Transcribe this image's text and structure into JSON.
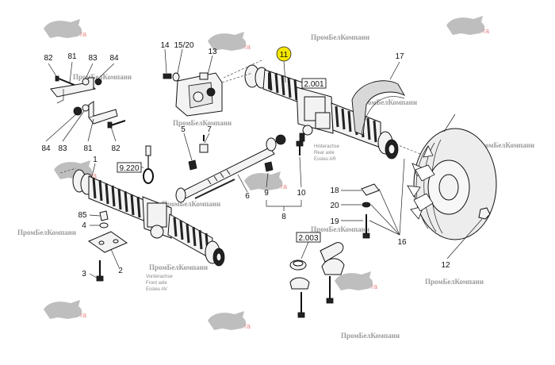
{
  "diagram": {
    "callouts": {
      "c82a": "82",
      "c81a": "81",
      "c83a": "83",
      "c84a": "84",
      "c84b": "84",
      "c83b": "83",
      "c81b": "81",
      "c82b": "82",
      "c14": "14",
      "c15_20": "15/20",
      "c13": "13",
      "c11": "11",
      "c17": "17",
      "c5": "5",
      "c7": "7",
      "c1": "1",
      "c85": "85",
      "c4": "4",
      "c3": "3",
      "c2": "2",
      "c6": "6",
      "c9": "9",
      "c10": "10",
      "c8": "8",
      "c18": "18",
      "c20": "20",
      "c19": "19",
      "c16": "16",
      "c12": "12"
    },
    "refs": {
      "r2001": "2.001",
      "r9220": "9.220",
      "r2003": "2.003"
    },
    "axle_labels": {
      "rear": [
        "Hinterachse",
        "Rear axle",
        "Essieu AR"
      ],
      "front": [
        "Vorderachse",
        "Front axle",
        "Essieu AV"
      ]
    },
    "watermark": "ПромБелКомпани",
    "highlight_color": "#f5e600",
    "logo_color": "#d42a2a"
  }
}
